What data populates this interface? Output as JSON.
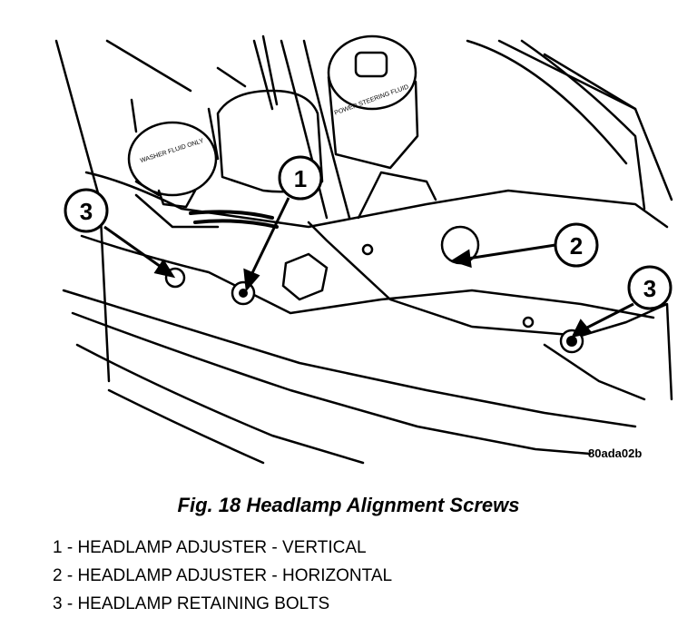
{
  "callouts": [
    "1",
    "2",
    "3",
    "3"
  ],
  "image_code": "80ada02b",
  "caption": "Fig. 18 Headlamp Alignment Screws",
  "legend": [
    "1 - HEADLAMP ADJUSTER - VERTICAL",
    "2 - HEADLAMP ADJUSTER - HORIZONTAL",
    "3 - HEADLAMP RETAINING BOLTS"
  ],
  "reservoir_labels": {
    "washer": "WASHER FLUID ONLY",
    "power_steering": "POWER STEERING FLUID"
  },
  "colors": {
    "ink": "#000000",
    "paper": "#ffffff"
  }
}
